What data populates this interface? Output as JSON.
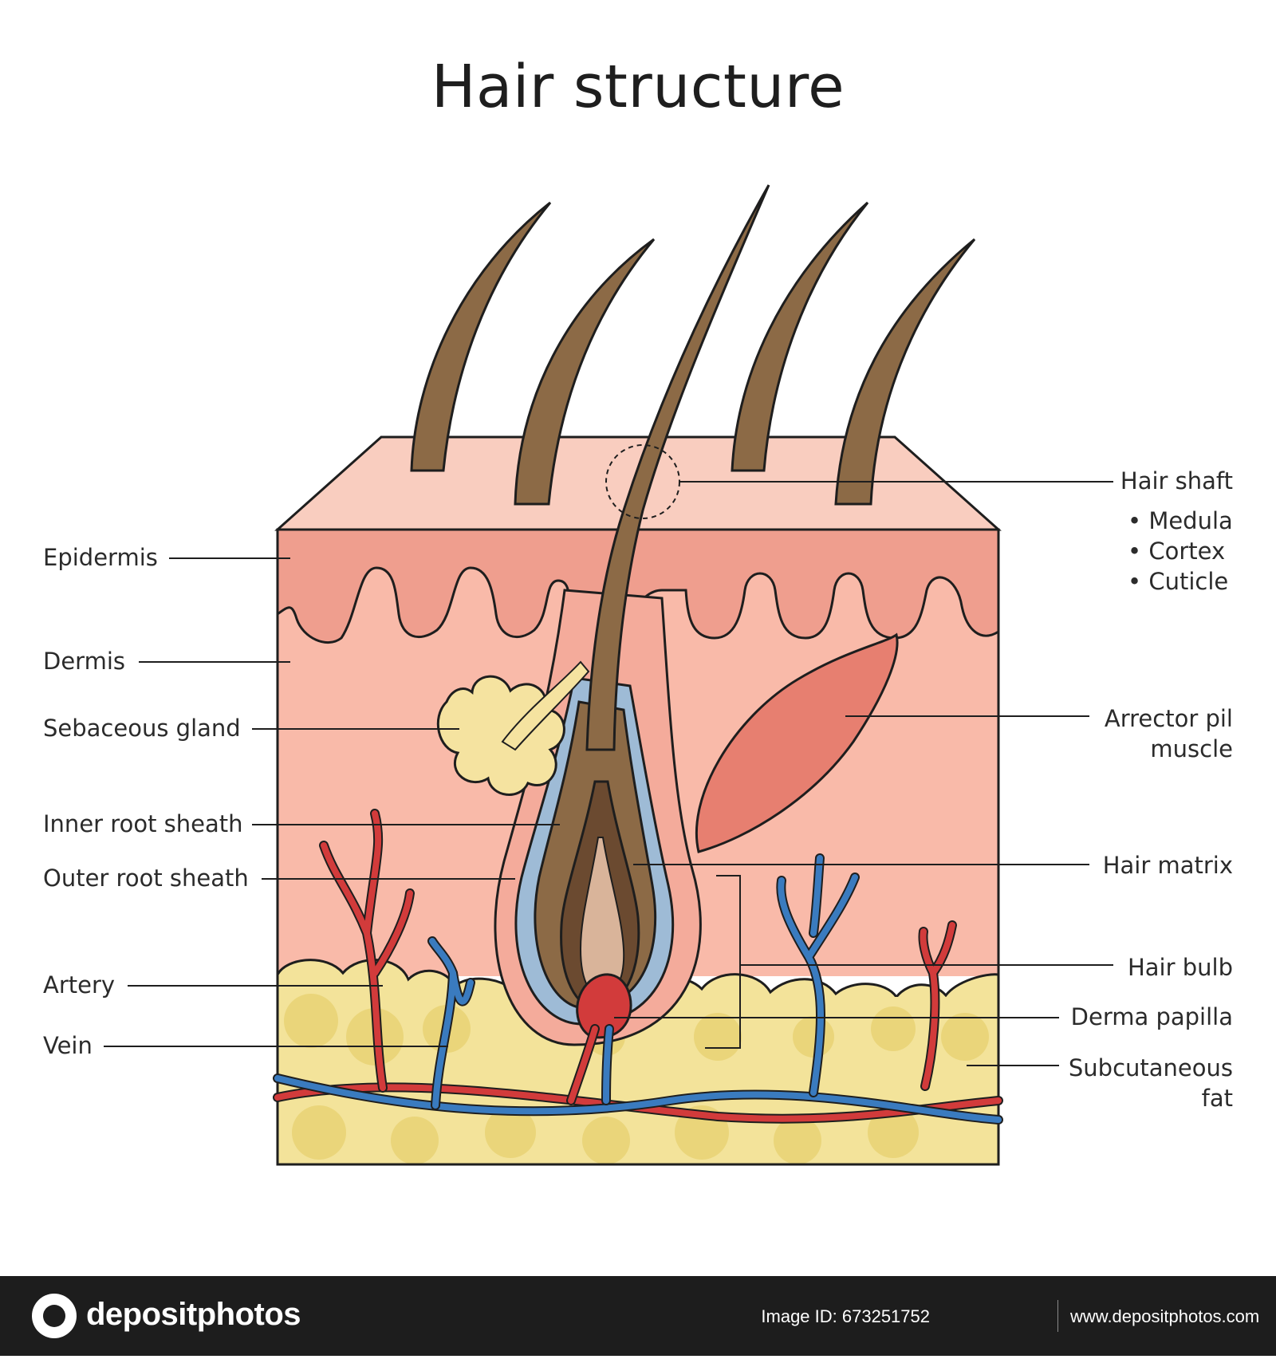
{
  "title": "Hair structure",
  "labels": {
    "epidermis": "Epidermis",
    "dermis": "Dermis",
    "sebaceous_gland": "Sebaceous gland",
    "inner_root_sheath": "Inner root sheath",
    "outer_root_sheath": "Outer root sheath",
    "artery": "Artery",
    "vein": "Vein",
    "hair_shaft": "Hair shaft",
    "medula": "• Medula",
    "cortex": "• Cortex",
    "cuticle": "• Cuticle",
    "arrector_line1": "Arrector pil",
    "arrector_line2": "muscle",
    "hair_matrix": "Hair matrix",
    "hair_bulb": "Hair bulb",
    "derma_papilla": "Derma papilla",
    "subcutaneous_line1": "Subcutaneous",
    "subcutaneous_line2": "fat"
  },
  "footer": {
    "brand": "depositphotos",
    "image_id": "Image ID: 673251752",
    "site": "www.depositphotos.com"
  },
  "colors": {
    "epidermis_top": "#f9cdbf",
    "epidermis": "#ef9e8e",
    "dermis": "#f9baa9",
    "fat": "#f3e39a",
    "fat_cell": "#ead57a",
    "hair": "#8c6a46",
    "hair_dark": "#6b4a30",
    "inner_sheath": "#9ebbd6",
    "artery": "#d23b3b",
    "vein": "#3a7bbf",
    "muscle": "#e77f70",
    "gland": "#f5e3a0"
  }
}
